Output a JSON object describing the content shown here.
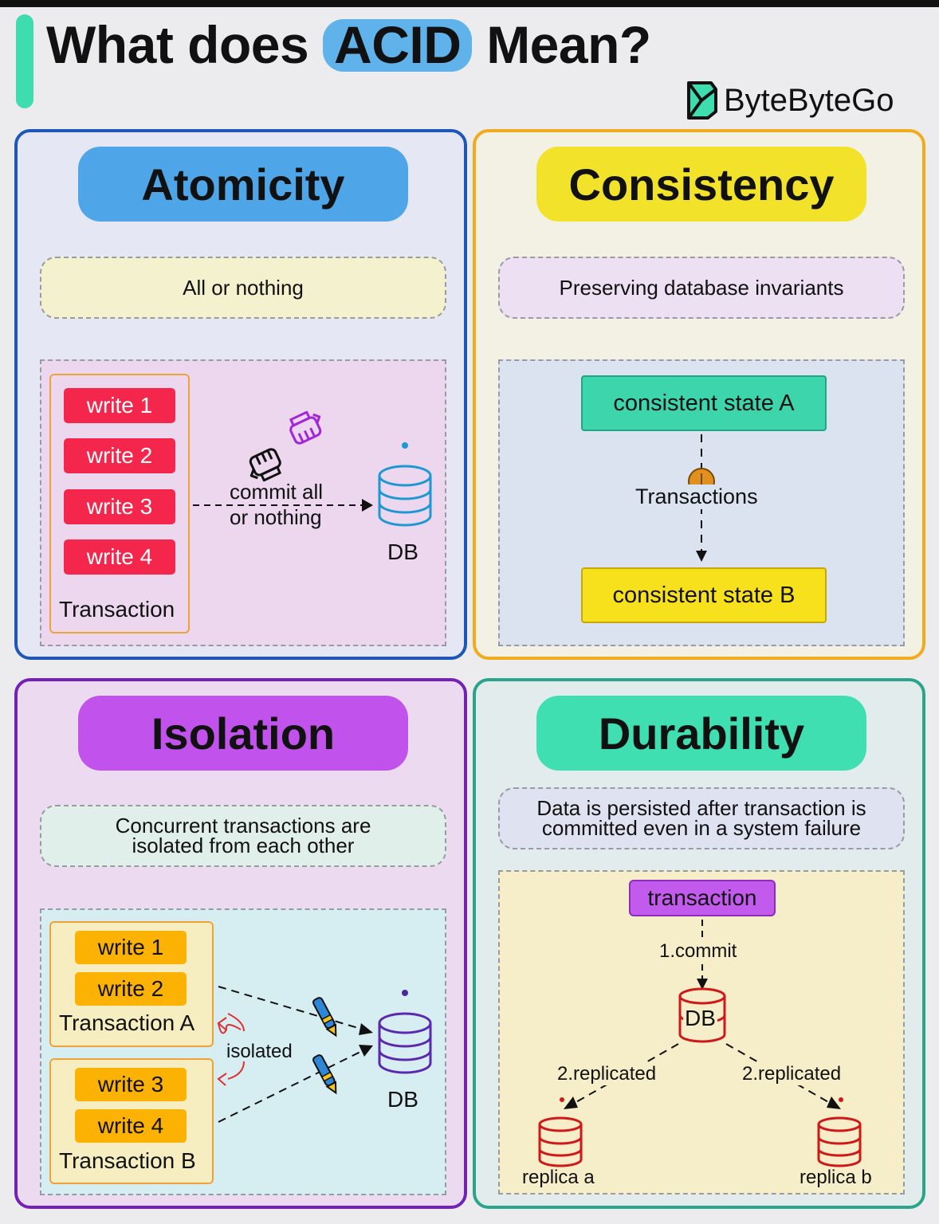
{
  "header": {
    "title_part1": "What does",
    "title_highlight": "ACID",
    "title_part2": "Mean?",
    "brand": "ByteByteGo"
  },
  "atomicity": {
    "heading": "Atomicity",
    "description": "All or nothing",
    "writes": [
      "write 1",
      "write 2",
      "write 3",
      "write 4"
    ],
    "transaction_label": "Transaction",
    "arrow_label_line1": "commit all",
    "arrow_label_line2": "or nothing",
    "db_label": "DB"
  },
  "consistency": {
    "heading": "Consistency",
    "description": "Preserving database invariants",
    "state_a": "consistent state A",
    "transactions_label": "Transactions",
    "state_b": "consistent state B"
  },
  "isolation": {
    "heading": "Isolation",
    "description_line1": "Concurrent transactions are",
    "description_line2": "isolated from each other",
    "transaction_a": {
      "writes": [
        "write 1",
        "write 2"
      ],
      "label": "Transaction A"
    },
    "transaction_b": {
      "writes": [
        "write 3",
        "write 4"
      ],
      "label": "Transaction B"
    },
    "isolated_label": "isolated",
    "db_label": "DB"
  },
  "durability": {
    "heading": "Durability",
    "description_line1": "Data is persisted after transaction is",
    "description_line2": "committed even in a system failure",
    "transaction_label": "transaction",
    "commit_label": "1.commit",
    "db_label": "DB",
    "replicated_left": "2.replicated",
    "replicated_right": "2.replicated",
    "replica_a": "replica a",
    "replica_b": "replica b"
  },
  "colors": {
    "atomicity": "#4ea6e8",
    "consistency": "#f3e22a",
    "isolation": "#c153ec",
    "durability": "#3fdfb1",
    "write_red": "#f4264c",
    "write_orange": "#fbb203"
  },
  "icons": [
    "bytebytego-logo-icon",
    "fist-icon",
    "database-icon",
    "pen-icon",
    "red-database-icon",
    "cursor-arrow-icon"
  ]
}
